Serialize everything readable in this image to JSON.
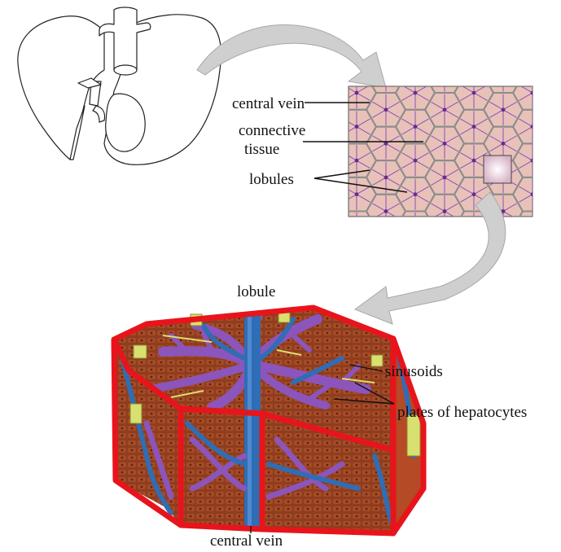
{
  "labels": {
    "central_vein_top": "central vein",
    "connective_tissue_line1": "connective",
    "connective_tissue_line2": "tissue",
    "lobules": "lobules",
    "lobule": "lobule",
    "sinusoids": "sinusoids",
    "plates_of_hepatocytes": "plates of hepatocytes",
    "central_vein_bottom": "central vein"
  },
  "colors": {
    "outline_red": "#e8141c",
    "vein_blue": "#2f6db5",
    "sinusoid_purple": "#8a52b8",
    "hepatocyte_brown": "#8a3a1e",
    "tissue_pink": "#e8c0b4",
    "connective_gray": "#9a9a9a",
    "bile_yellow": "#d8e070",
    "arrow_gray": "#c8c8c8"
  },
  "icons": {
    "liver_outline": "liver-drawing-icon",
    "top_arrow": "curved-arrow-icon",
    "bottom_arrow": "curved-arrow-icon"
  }
}
